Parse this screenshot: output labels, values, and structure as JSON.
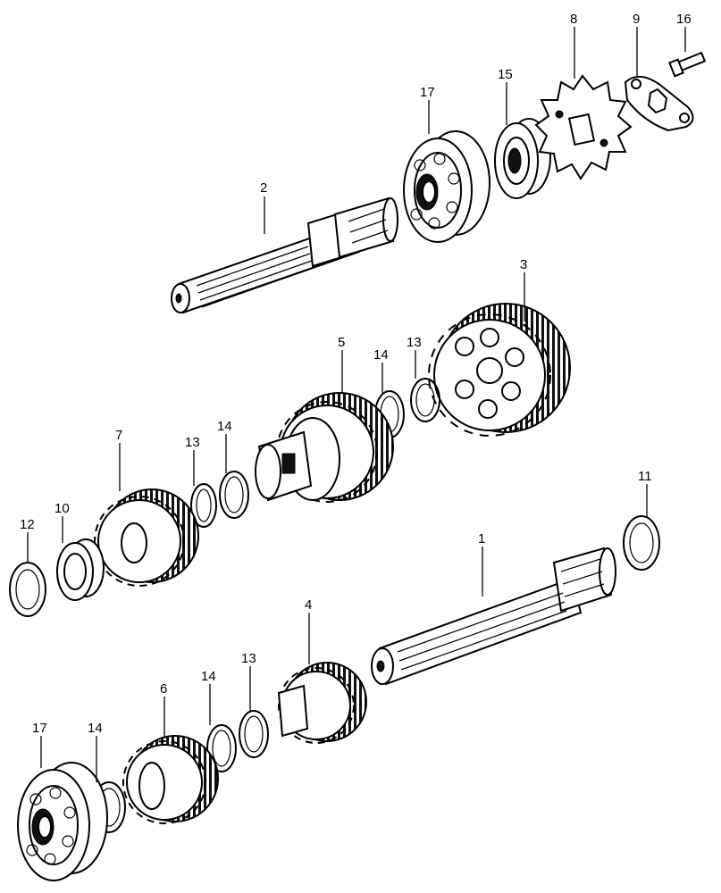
{
  "diagram": {
    "labels": {
      "top_row": [
        "2",
        "17",
        "15",
        "8",
        "9",
        "16"
      ],
      "middle_row": [
        "12",
        "10",
        "7",
        "13",
        "14",
        "5",
        "14",
        "13",
        "3"
      ],
      "bottom_row": [
        "17",
        "14",
        "6",
        "14",
        "13",
        "4",
        "1",
        "11"
      ]
    }
  }
}
